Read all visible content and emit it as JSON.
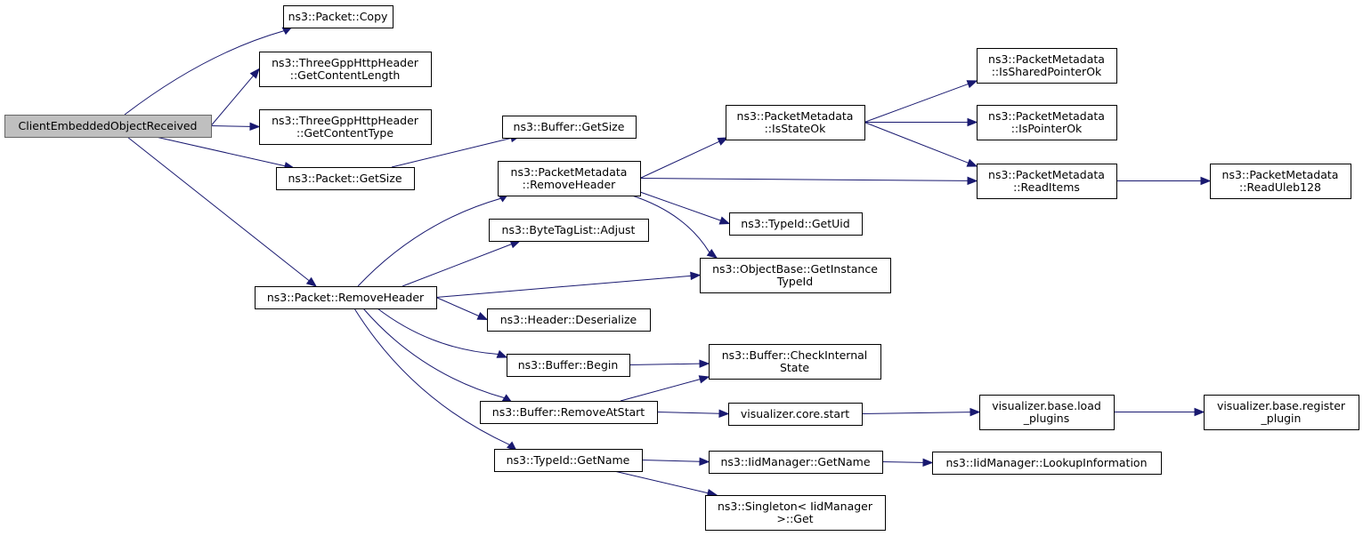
{
  "diagram": {
    "type": "call-graph",
    "nodes": [
      {
        "id": "root",
        "lines": [
          "ClientEmbeddedObjectReceived"
        ],
        "root": true
      },
      {
        "id": "packet_copy",
        "lines": [
          "ns3::Packet::Copy"
        ]
      },
      {
        "id": "http_contentlength",
        "lines": [
          "ns3::ThreeGppHttpHeader",
          "::GetContentLength"
        ]
      },
      {
        "id": "http_contenttype",
        "lines": [
          "ns3::ThreeGppHttpHeader",
          "::GetContentType"
        ]
      },
      {
        "id": "packet_getsize",
        "lines": [
          "ns3::Packet::GetSize"
        ]
      },
      {
        "id": "packet_removeheader",
        "lines": [
          "ns3::Packet::RemoveHeader"
        ]
      },
      {
        "id": "buffer_getsize",
        "lines": [
          "ns3::Buffer::GetSize"
        ]
      },
      {
        "id": "pm_removeheader",
        "lines": [
          "ns3::PacketMetadata",
          "::RemoveHeader"
        ]
      },
      {
        "id": "bytetaglist_adjust",
        "lines": [
          "ns3::ByteTagList::Adjust"
        ]
      },
      {
        "id": "header_deserialize",
        "lines": [
          "ns3::Header::Deserialize"
        ]
      },
      {
        "id": "buffer_begin",
        "lines": [
          "ns3::Buffer::Begin"
        ]
      },
      {
        "id": "buffer_removeatstart",
        "lines": [
          "ns3::Buffer::RemoveAtStart"
        ]
      },
      {
        "id": "typeid_getname",
        "lines": [
          "ns3::TypeId::GetName"
        ]
      },
      {
        "id": "pm_isstateok",
        "lines": [
          "ns3::PacketMetadata",
          "::IsStateOk"
        ]
      },
      {
        "id": "typeid_getuid",
        "lines": [
          "ns3::TypeId::GetUid"
        ]
      },
      {
        "id": "objectbase_getinstancetypeid",
        "lines": [
          "ns3::ObjectBase::GetInstance",
          "TypeId"
        ]
      },
      {
        "id": "buffer_checkinternalstate",
        "lines": [
          "ns3::Buffer::CheckInternal",
          "State"
        ]
      },
      {
        "id": "viz_core_start",
        "lines": [
          "visualizer.core.start"
        ]
      },
      {
        "id": "iidmanager_getname",
        "lines": [
          "ns3::IidManager::GetName"
        ]
      },
      {
        "id": "singleton_get",
        "lines": [
          "ns3::Singleton< IidManager",
          ">::Get"
        ]
      },
      {
        "id": "pm_issharedpointerok",
        "lines": [
          "ns3::PacketMetadata",
          "::IsSharedPointerOk"
        ]
      },
      {
        "id": "pm_ispointerok",
        "lines": [
          "ns3::PacketMetadata",
          "::IsPointerOk"
        ]
      },
      {
        "id": "pm_readitems",
        "lines": [
          "ns3::PacketMetadata",
          "::ReadItems"
        ]
      },
      {
        "id": "pm_readuleb128",
        "lines": [
          "ns3::PacketMetadata",
          "::ReadUleb128"
        ]
      },
      {
        "id": "viz_base_loadplugins",
        "lines": [
          "visualizer.base.load",
          "_plugins"
        ]
      },
      {
        "id": "viz_base_registerplugin",
        "lines": [
          "visualizer.base.register",
          "_plugin"
        ]
      },
      {
        "id": "iidmanager_lookupinformation",
        "lines": [
          "ns3::IidManager::LookupInformation"
        ]
      }
    ],
    "edges": [
      {
        "from": "root",
        "to": "packet_copy"
      },
      {
        "from": "root",
        "to": "http_contentlength"
      },
      {
        "from": "root",
        "to": "http_contenttype"
      },
      {
        "from": "root",
        "to": "packet_getsize"
      },
      {
        "from": "root",
        "to": "packet_removeheader"
      },
      {
        "from": "packet_getsize",
        "to": "buffer_getsize"
      },
      {
        "from": "packet_removeheader",
        "to": "pm_removeheader"
      },
      {
        "from": "packet_removeheader",
        "to": "bytetaglist_adjust"
      },
      {
        "from": "packet_removeheader",
        "to": "objectbase_getinstancetypeid"
      },
      {
        "from": "packet_removeheader",
        "to": "header_deserialize"
      },
      {
        "from": "packet_removeheader",
        "to": "buffer_begin"
      },
      {
        "from": "packet_removeheader",
        "to": "buffer_removeatstart"
      },
      {
        "from": "packet_removeheader",
        "to": "typeid_getname"
      },
      {
        "from": "pm_removeheader",
        "to": "pm_isstateok"
      },
      {
        "from": "pm_removeheader",
        "to": "pm_readitems"
      },
      {
        "from": "pm_removeheader",
        "to": "typeid_getuid"
      },
      {
        "from": "pm_removeheader",
        "to": "objectbase_getinstancetypeid"
      },
      {
        "from": "pm_isstateok",
        "to": "pm_issharedpointerok"
      },
      {
        "from": "pm_isstateok",
        "to": "pm_ispointerok"
      },
      {
        "from": "pm_isstateok",
        "to": "pm_readitems"
      },
      {
        "from": "pm_readitems",
        "to": "pm_readuleb128"
      },
      {
        "from": "buffer_begin",
        "to": "buffer_checkinternalstate"
      },
      {
        "from": "buffer_removeatstart",
        "to": "buffer_checkinternalstate"
      },
      {
        "from": "buffer_removeatstart",
        "to": "viz_core_start"
      },
      {
        "from": "viz_core_start",
        "to": "viz_base_loadplugins"
      },
      {
        "from": "viz_base_loadplugins",
        "to": "viz_base_registerplugin"
      },
      {
        "from": "typeid_getname",
        "to": "iidmanager_getname"
      },
      {
        "from": "typeid_getname",
        "to": "singleton_get"
      },
      {
        "from": "iidmanager_getname",
        "to": "iidmanager_lookupinformation"
      }
    ],
    "colors": {
      "edge": "#191970",
      "node_border": "#000000",
      "root_fill": "#bfbfbf",
      "root_border": "#666666",
      "node_fill": "#ffffff",
      "background": "#ffffff"
    }
  }
}
